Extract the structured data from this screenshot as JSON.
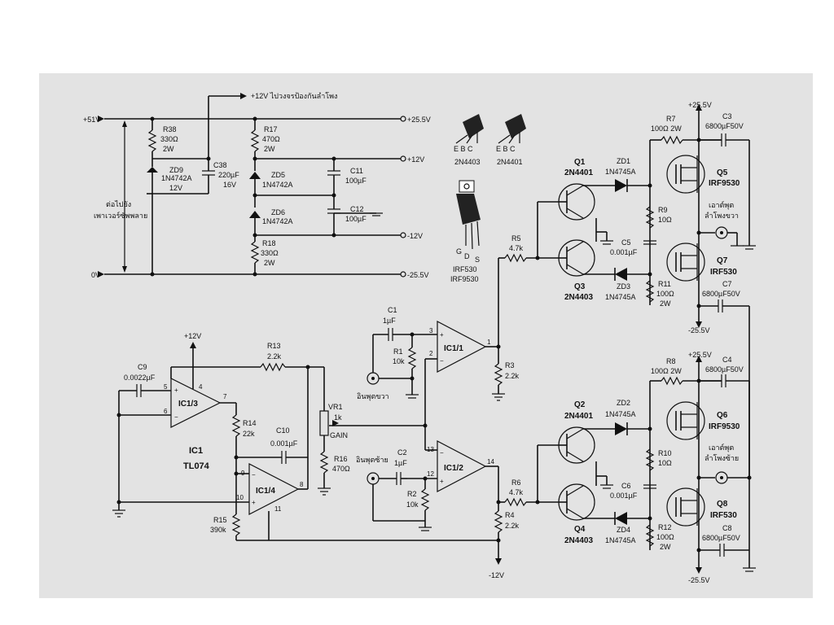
{
  "supply": {
    "v51": "+51V",
    "v0": "0V",
    "to_psu_1": "ต่อไปยัง",
    "to_psu_2": "เพาเวอร์ซัพพลาย",
    "to_protect": "+12V ไปวงจรป้องกันลำโพง",
    "out_p25": "+25.5V",
    "out_p12": "+12V",
    "out_m12": "-12V",
    "out_m25": "-25.5V",
    "r38": [
      "R38",
      "330Ω",
      "2W"
    ],
    "zd9": [
      "ZD9",
      "1N4742A",
      "12V"
    ],
    "c38": [
      "C38",
      "220µF",
      "16V"
    ],
    "r17": [
      "R17",
      "470Ω",
      "2W"
    ],
    "zd5": [
      "ZD5",
      "1N4742A"
    ],
    "zd6": [
      "ZD6",
      "1N4742A"
    ],
    "r18": [
      "R18",
      "330Ω",
      "2W"
    ],
    "c11": [
      "C11",
      "100µF"
    ],
    "c12": [
      "C12",
      "100µF"
    ]
  },
  "packages": {
    "pins": "E  B  C",
    "pkg1": "2N4403",
    "pkg2": "2N4401",
    "mos_pins_g": "G",
    "mos_pins_d": "D",
    "mos_pins_s": "S",
    "mos1": "IRF530",
    "mos2": "IRF9530"
  },
  "ic1": {
    "name": "IC1",
    "part": "TL074",
    "u3": "IC1/3",
    "u4": "IC1/4",
    "u1": "IC1/1",
    "u2": "IC1/2",
    "vplus": "+12V",
    "vminus": "-12V",
    "c9": [
      "C9",
      "0.0022µF"
    ],
    "r13": [
      "R13",
      "2.2k"
    ],
    "r14": [
      "R14",
      "22k"
    ],
    "c10": [
      "C10",
      "0.001µF"
    ],
    "r15": [
      "R15",
      "390k"
    ],
    "vr1": [
      "VR1",
      "1k",
      "GAIN"
    ],
    "r16": [
      "R16",
      "470Ω"
    ],
    "c1": [
      "C1",
      "1µF"
    ],
    "r1": [
      "R1",
      "10k"
    ],
    "c2": [
      "C2",
      "1µF"
    ],
    "r2": [
      "R2",
      "10k"
    ],
    "r3": [
      "R3",
      "2.2k"
    ],
    "r4": [
      "R4",
      "2.2k"
    ],
    "in_right": "อินพุตขวา",
    "in_left": "อินพุตซ้าย"
  },
  "out_top": {
    "r5": [
      "R5",
      "4.7k"
    ],
    "q1": [
      "Q1",
      "2N4401"
    ],
    "q3": [
      "Q3",
      "2N4403"
    ],
    "zd1": [
      "ZD1",
      "1N4745A"
    ],
    "zd3": [
      "ZD3",
      "1N4745A"
    ],
    "c5": [
      "C5",
      "0.001µF"
    ],
    "r7": [
      "R7",
      "100Ω  2W"
    ],
    "r9": [
      "R9",
      "10Ω"
    ],
    "r11": [
      "R11",
      "100Ω",
      "2W"
    ],
    "c3": [
      "C3",
      "6800µF50V"
    ],
    "c7": [
      "C7",
      "6800µF50V"
    ],
    "q5": [
      "Q5",
      "IRF9530"
    ],
    "q7": [
      "Q7",
      "IRF530"
    ],
    "out1": "เอาต์พุต",
    "out2": "ลำโพงขวา",
    "vp": "+25.5V",
    "vm": "-25.5V"
  },
  "out_bot": {
    "r6": [
      "R6",
      "4.7k"
    ],
    "q2": [
      "Q2",
      "2N4401"
    ],
    "q4": [
      "Q4",
      "2N4403"
    ],
    "zd2": [
      "ZD2",
      "1N4745A"
    ],
    "zd4": [
      "ZD4",
      "1N4745A"
    ],
    "c6": [
      "C6",
      "0.001µF"
    ],
    "r8": [
      "R8",
      "100Ω  2W"
    ],
    "r10": [
      "R10",
      "10Ω"
    ],
    "r12": [
      "R12",
      "100Ω",
      "2W"
    ],
    "c4": [
      "C4",
      "6800µF50V"
    ],
    "c8": [
      "C8",
      "6800µF50V"
    ],
    "q6": [
      "Q6",
      "IRF9530"
    ],
    "q8": [
      "Q8",
      "IRF530"
    ],
    "out1": "เอาต์พุต",
    "out2": "ลำโพงซ้าย",
    "vp": "+25.5V",
    "vm": "-25.5V"
  }
}
